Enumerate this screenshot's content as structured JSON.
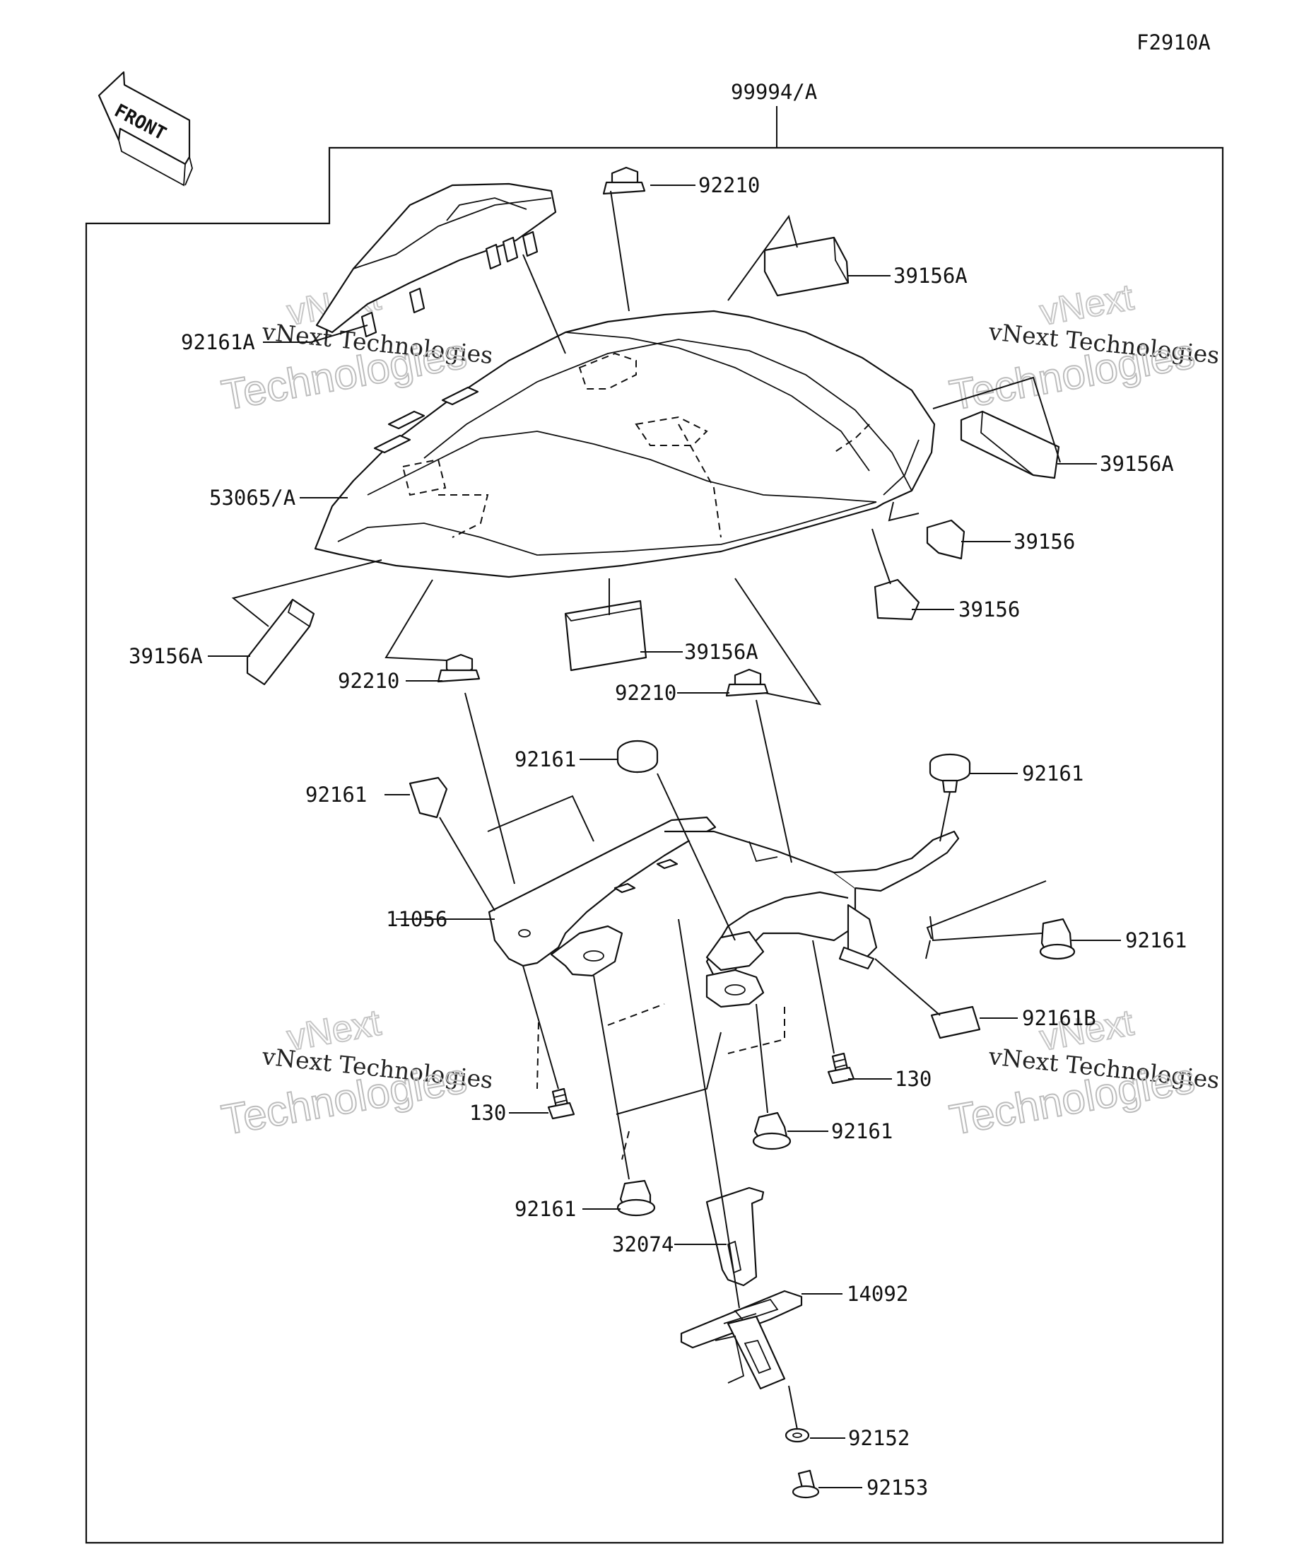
{
  "figure_code": "F2910A",
  "front_arrow_label": "FRONT",
  "assembly_label": "99994/A",
  "watermark": {
    "line1": "vNext",
    "line2": "vNext Technologies",
    "line3": "Technologies"
  },
  "callouts": {
    "c_92210_top": "92210",
    "c_39156a_tr": "39156A",
    "c_92161a": "92161A",
    "c_39156a_r": "39156A",
    "c_53065a": "53065/A",
    "c_39156_r1": "39156",
    "c_39156_r2": "39156",
    "c_39156a_l": "39156A",
    "c_39156a_c": "39156A",
    "c_92210_l": "92210",
    "c_92210_c": "92210",
    "c_92161_c": "92161",
    "c_92161_r": "92161",
    "c_92161_l": "92161",
    "c_11056": "11056",
    "c_92161_r2": "92161",
    "c_92161b": "92161B",
    "c_130_r": "130",
    "c_130_l": "130",
    "c_92161_cr": "92161",
    "c_92161_cl": "92161",
    "c_32074": "32074",
    "c_14092": "14092",
    "c_92152": "92152",
    "c_92153": "92153"
  }
}
